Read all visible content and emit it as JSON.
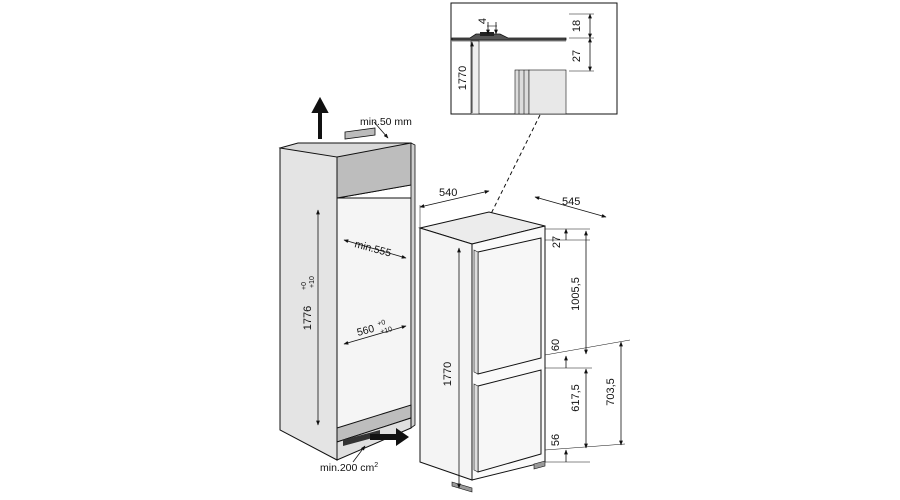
{
  "diagram": {
    "niche": {
      "ventilation_top": "min.50 mm",
      "width_min": "min.555",
      "width_nominal": "560",
      "width_tol_upper": "+0",
      "width_tol_lower": "+10",
      "height_nominal": "1776",
      "height_tol_upper": "+0",
      "height_tol_lower": "+10",
      "ventilation_bottom": "min.200 cm",
      "ventilation_bottom_exp": "2"
    },
    "appliance": {
      "depth_body": "540",
      "depth_total": "545",
      "height_total": "1770",
      "top_gap": "27",
      "upper_door": "1005,5",
      "door_gap": "60",
      "lower_door": "617,5",
      "lower_section": "703,5",
      "bottom_gap": "56"
    },
    "detail": {
      "height": "1770",
      "gap": "4",
      "top": "18",
      "side": "27"
    }
  }
}
